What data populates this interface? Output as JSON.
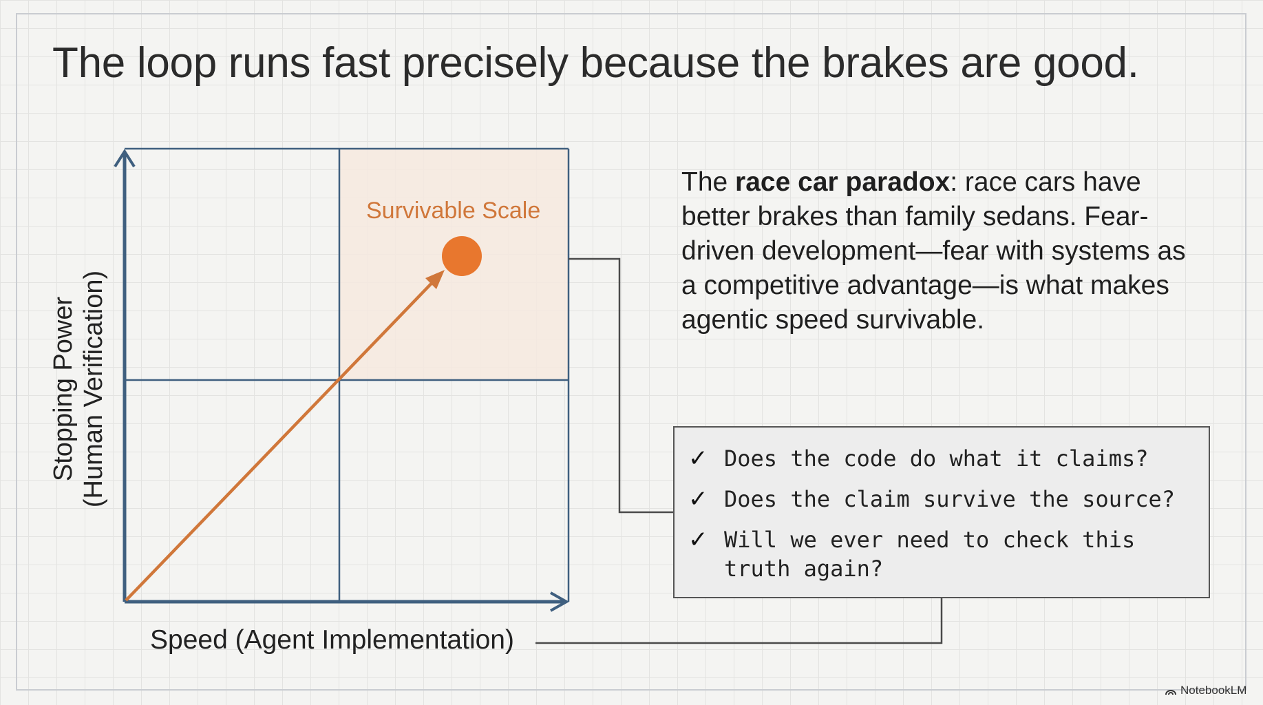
{
  "title": "The loop runs fast precisely because the brakes are good.",
  "diagram": {
    "y_axis_label_line1": "Stopping Power",
    "y_axis_label_line2": "(Human Verification)",
    "x_axis_label": "Speed (Agent Implementation)",
    "quadrant_label": "Survivable Scale",
    "colors": {
      "axis": "#3f5f7f",
      "arrow": "#d0773a",
      "highlight_fill": "#f6e9df",
      "dot": "#e8772e"
    }
  },
  "paradox": {
    "prefix": "The ",
    "bold": "race car paradox",
    "suffix": ": race cars have better brakes than family sedans. Fear-driven development—fear with systems as a competitive advantage—is what makes agentic speed survivable."
  },
  "checklist": [
    {
      "icon": "check-icon",
      "mark": "✓",
      "text": "Does the code do what it claims?"
    },
    {
      "icon": "check-icon",
      "mark": "✓",
      "text": "Does the claim survive the source?"
    },
    {
      "icon": "check-icon",
      "mark": "✓",
      "text": "Will we ever need to check this truth again?"
    }
  ],
  "watermark": "NotebookLM"
}
